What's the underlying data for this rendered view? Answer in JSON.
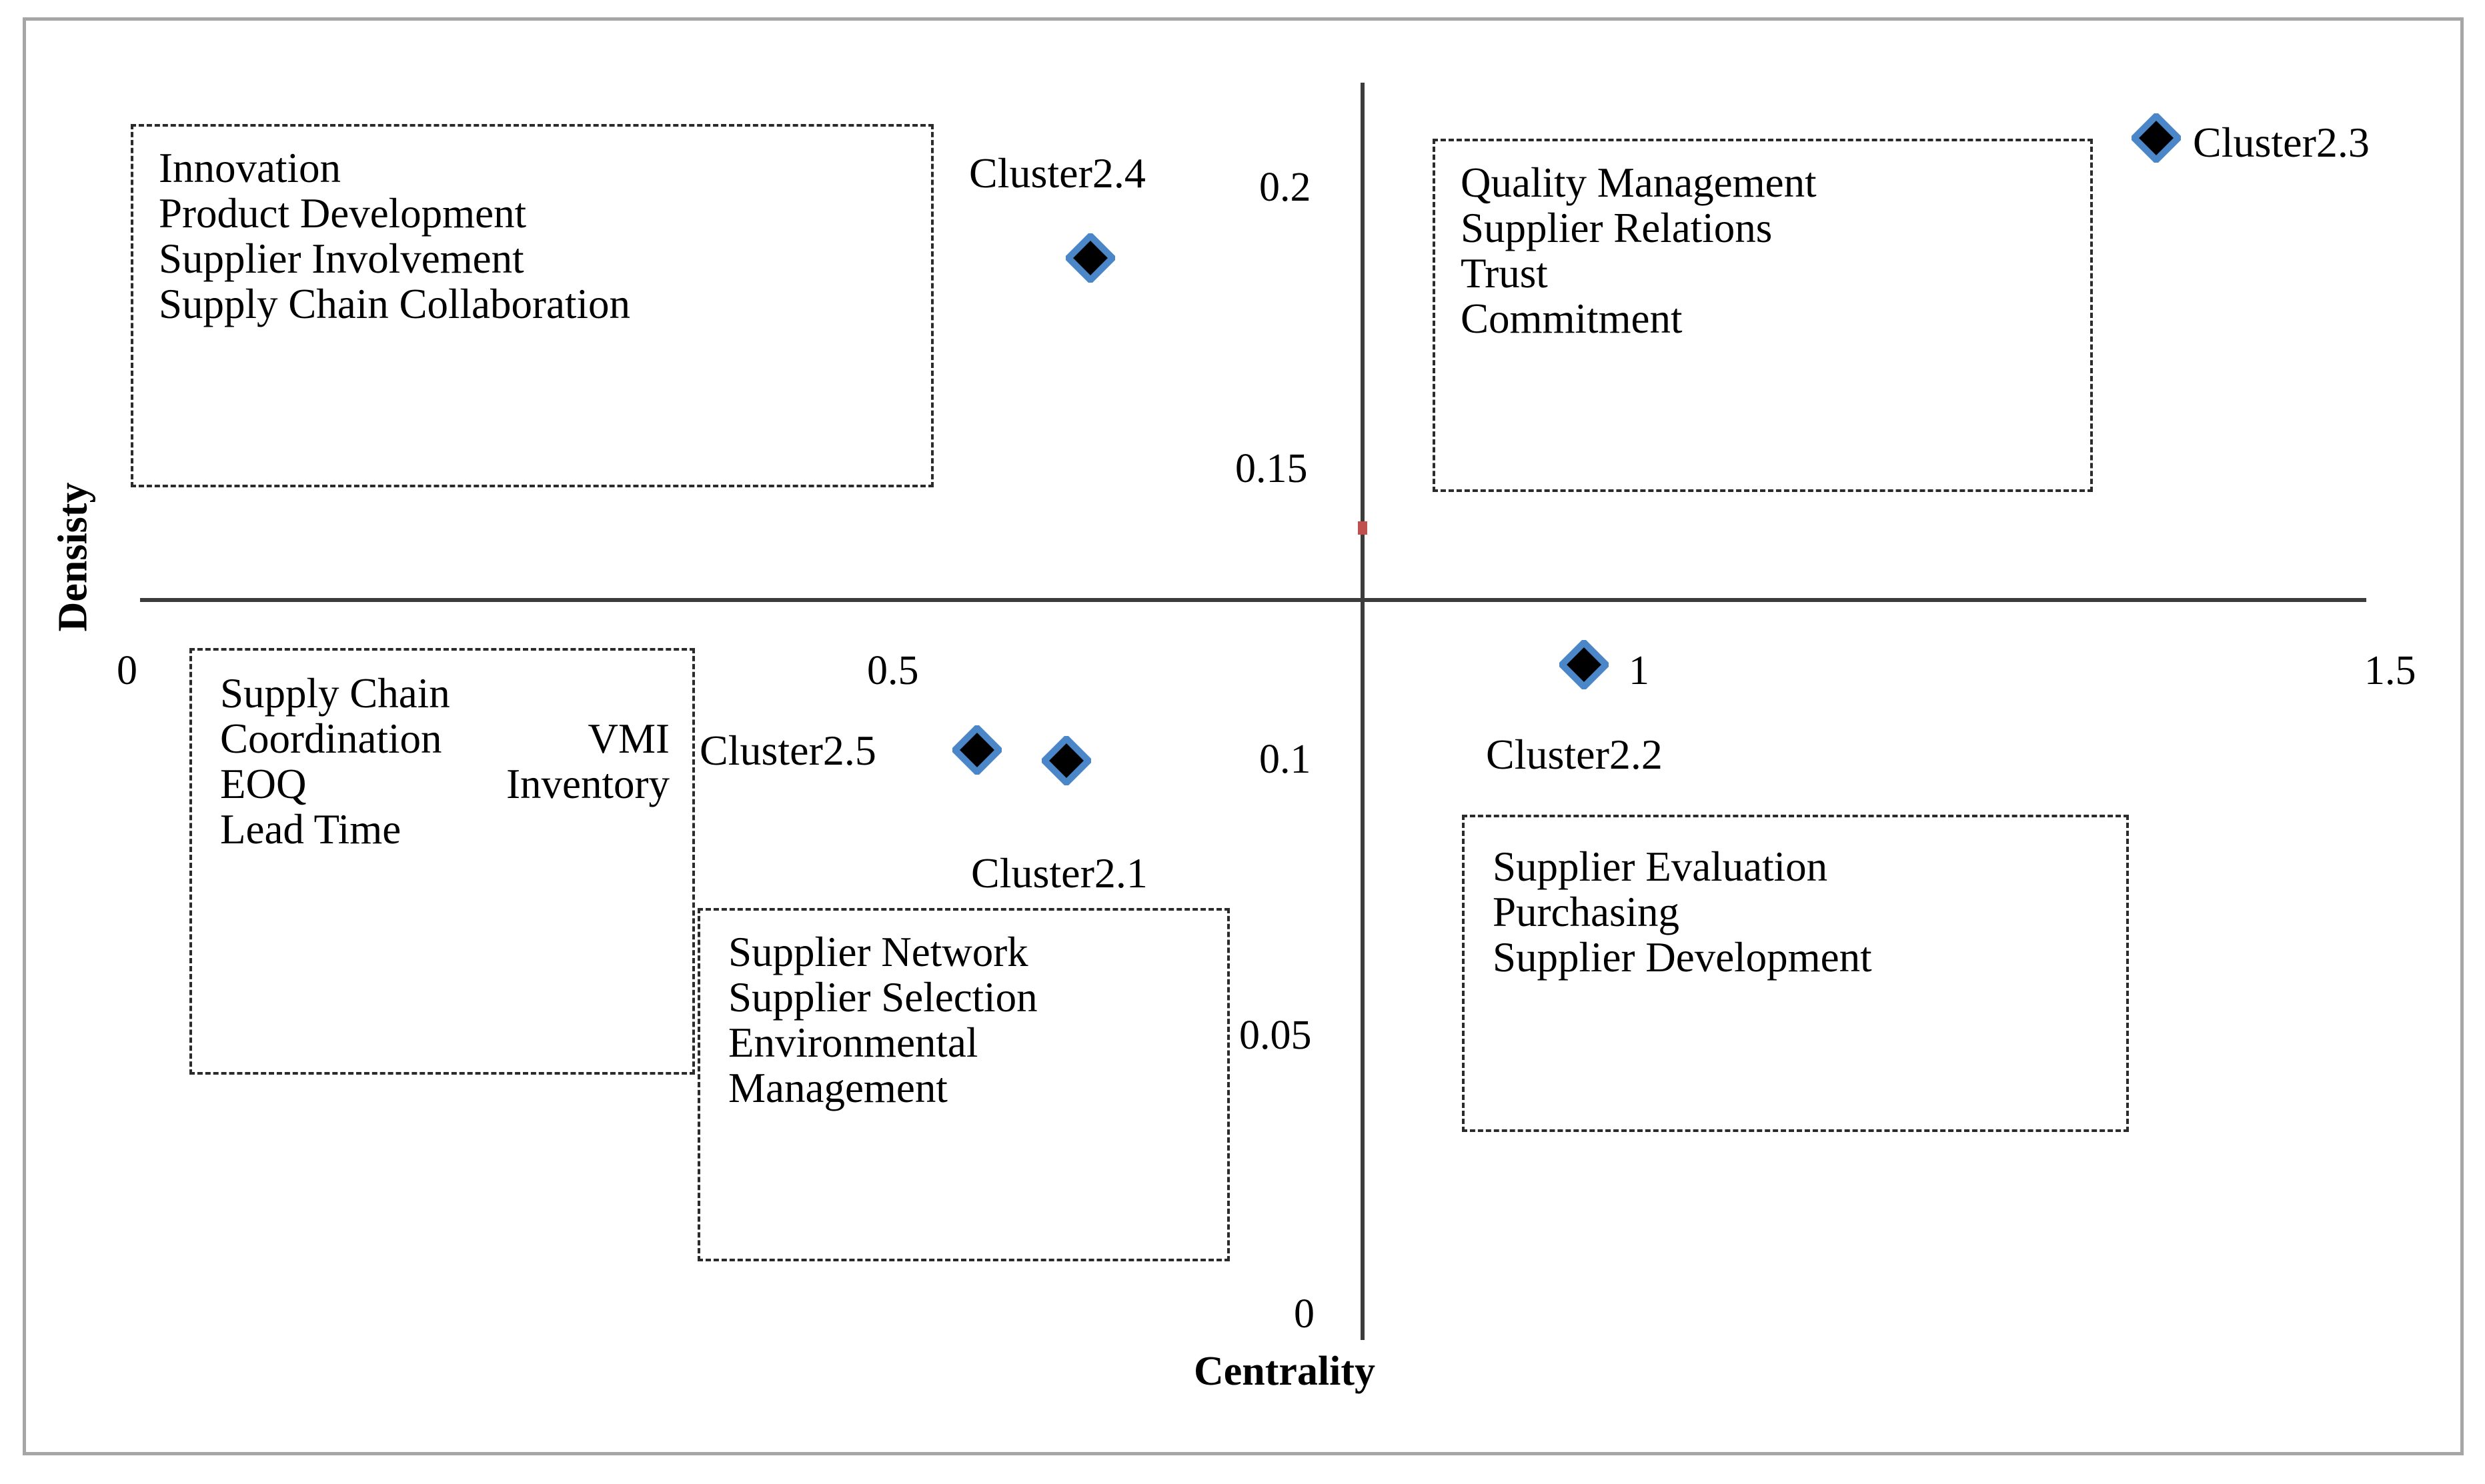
{
  "chart_data": {
    "type": "scatter",
    "title": "",
    "xlabel": "Centrality",
    "ylabel": "Densisty",
    "xlim": [
      0,
      1.5
    ],
    "ylim": [
      0,
      0.2
    ],
    "xticks": [
      "0",
      "0.5",
      "1",
      "1.5"
    ],
    "yticks": [
      "0",
      "0.05",
      "0.1",
      "0.15",
      "0.2"
    ],
    "grid": false,
    "legend": "none",
    "quadrant_origin": {
      "x": 0.75,
      "y": 0.115
    },
    "marker_style": {
      "shape": "diamond",
      "fill": "#000000",
      "stroke": "#4a86c8"
    },
    "points": [
      {
        "label": "Cluster2.4",
        "x": 0.62,
        "y": 0.178,
        "quadrant": "upper-left"
      },
      {
        "label": "Cluster2.3",
        "x": 1.3,
        "y": 0.205,
        "quadrant": "upper-right"
      },
      {
        "label": "Cluster2.5",
        "x": 0.57,
        "y": 0.098,
        "quadrant": "lower-left"
      },
      {
        "label": "Cluster2.1",
        "x": 0.65,
        "y": 0.097,
        "quadrant": "lower-left"
      },
      {
        "label": "Cluster2.2",
        "x": 0.93,
        "y": 0.108,
        "quadrant": "lower-right"
      }
    ]
  },
  "axes": {
    "y_title": "Densisty",
    "x_title": "Centrality",
    "x_ticks": [
      {
        "value": "0"
      },
      {
        "value": "0.5"
      },
      {
        "value": "1"
      },
      {
        "value": "1.5"
      }
    ],
    "y_ticks": [
      {
        "value": "0.2"
      },
      {
        "value": "0.15"
      },
      {
        "value": "0.1"
      },
      {
        "value": "0.05"
      },
      {
        "value": "0"
      }
    ]
  },
  "cluster_labels": {
    "c24": "Cluster2.4",
    "c23": "Cluster2.3",
    "c25": "Cluster2.5",
    "c21": "Cluster2.1",
    "c22": "Cluster2.2"
  },
  "keyword_boxes": [
    {
      "id": "upper-left",
      "cluster": "Cluster2.4",
      "lines": [
        "Innovation",
        "Product Development",
        "Supplier Involvement",
        "Supply Chain Collaboration"
      ]
    },
    {
      "id": "upper-right",
      "cluster": "Cluster2.3",
      "lines": [
        "Quality Management",
        "Supplier Relations",
        "Trust",
        "Commitment"
      ]
    },
    {
      "id": "lower-left",
      "cluster": "Cluster2.5",
      "lines": [
        "Supply Chain",
        "Coordination",
        "VMI",
        "EOQ",
        "Inventory",
        "Lead Time"
      ]
    },
    {
      "id": "lower-middle",
      "cluster": "Cluster2.1",
      "lines": [
        "Supplier Network",
        "Supplier Selection",
        "Environmental",
        "Management"
      ]
    },
    {
      "id": "lower-right",
      "cluster": "Cluster2.2",
      "lines": [
        "Supplier Evaluation",
        "Purchasing",
        "Supplier Development"
      ]
    }
  ],
  "colors": {
    "marker_fill": "#000000",
    "marker_stroke": "#4a86c8",
    "axis": "#3c3c3c",
    "frame": "#a6a6a6",
    "origin_tick": "#c0504d",
    "box_border": "#2b2b2b"
  }
}
